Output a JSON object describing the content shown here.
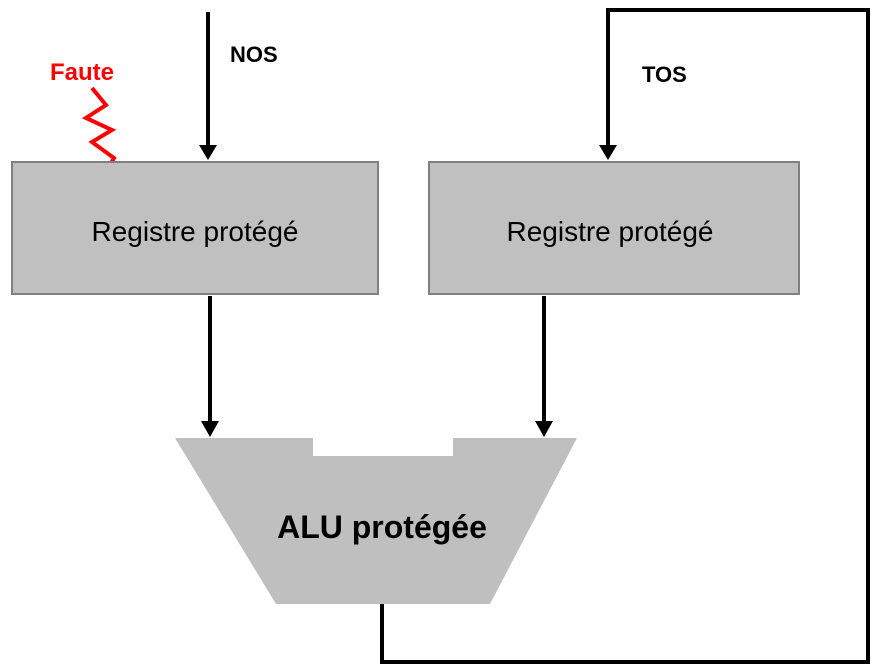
{
  "labels": {
    "nos": "NOS",
    "tos": "TOS",
    "fault": "Faute"
  },
  "register_left": {
    "label": "Registre protégé"
  },
  "register_right": {
    "label": "Registre protégé"
  },
  "alu": {
    "label": "ALU protégée"
  },
  "colors": {
    "box_fill": "#c0c0c0",
    "alu_fill": "#bfbfbf",
    "line": "#000000",
    "fault": "#ff0000"
  }
}
